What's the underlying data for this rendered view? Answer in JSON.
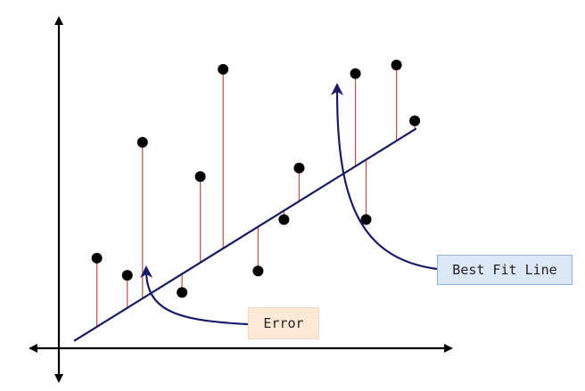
{
  "labels": {
    "error": "Error",
    "best_fit": "Best Fit Line"
  },
  "colors": {
    "axis": "#000000",
    "fit_line": "#16195e",
    "residual": "#c0504d",
    "point": "#000000",
    "arrow": "#1a1a66",
    "error_box_fill": "#fde9d6",
    "best_fit_box_fill": "#dde8f7"
  },
  "icons": {
    "axes": "double-headed-arrow-axes",
    "pointer": "curved-arrow"
  },
  "chart_data": {
    "type": "scatter",
    "points": [
      [
        0.0,
        0.16
      ],
      [
        0.2,
        0.12
      ],
      [
        0.3,
        0.43
      ],
      [
        0.56,
        0.08
      ],
      [
        0.68,
        0.35
      ],
      [
        0.83,
        0.6
      ],
      [
        1.06,
        0.13
      ],
      [
        1.23,
        0.25
      ],
      [
        1.33,
        0.37
      ],
      [
        1.7,
        0.59
      ],
      [
        1.77,
        0.25
      ],
      [
        1.97,
        0.61
      ],
      [
        2.09,
        0.48
      ]
    ],
    "fit_line": {
      "intercept": 0.0,
      "slope": 0.22,
      "x_range": [
        -0.15,
        2.1
      ]
    },
    "xlim": [
      -0.25,
      2.33
    ],
    "ylim": [
      -0.05,
      0.72
    ],
    "grid": false
  }
}
